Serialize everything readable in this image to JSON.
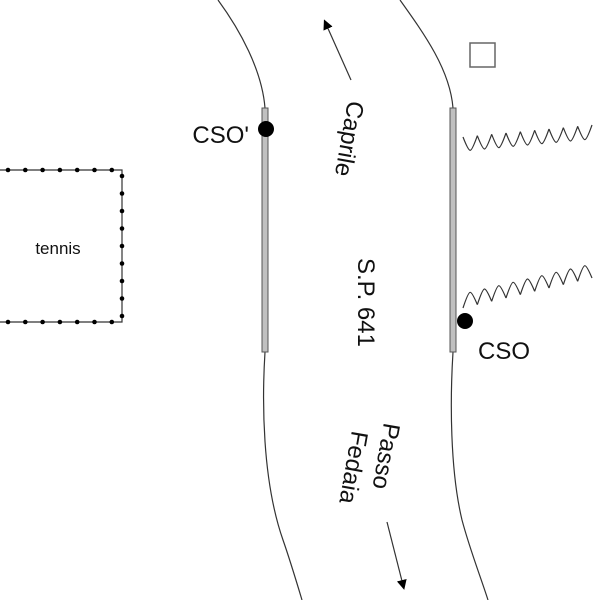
{
  "diagram": {
    "title": "Road section S.P. 641 with CSO points",
    "colors": {
      "line": "#333333",
      "barrier_fill": "#c0c0c0",
      "barrier_stroke": "#555555",
      "marker": "#000000",
      "text": "#111111",
      "fence": "#222222"
    },
    "labels": {
      "tennis": "tennis",
      "cso_left": "CSO'",
      "cso_right": "CSO",
      "direction_north": "Caprile",
      "road_name": "S.P. 641",
      "direction_south_line1": "Passo",
      "direction_south_line2": "Fedaia"
    },
    "elements": [
      {
        "id": "tennis-court",
        "type": "area",
        "label": "tennis",
        "border": "dotted fence"
      },
      {
        "id": "road",
        "type": "road",
        "label": "S.P. 641"
      },
      {
        "id": "barrier-left",
        "type": "guardrail"
      },
      {
        "id": "barrier-right",
        "type": "guardrail"
      },
      {
        "id": "cso-left",
        "type": "point",
        "label": "CSO'"
      },
      {
        "id": "cso-right",
        "type": "point",
        "label": "CSO"
      },
      {
        "id": "vegetation-upper",
        "type": "vegetation"
      },
      {
        "id": "vegetation-lower",
        "type": "vegetation"
      },
      {
        "id": "small-building",
        "type": "square"
      },
      {
        "id": "arrow-caprile",
        "type": "arrow",
        "direction": "north",
        "label": "Caprile"
      },
      {
        "id": "arrow-fedaia",
        "type": "arrow",
        "direction": "south",
        "label": "Passo Fedaia"
      }
    ]
  }
}
